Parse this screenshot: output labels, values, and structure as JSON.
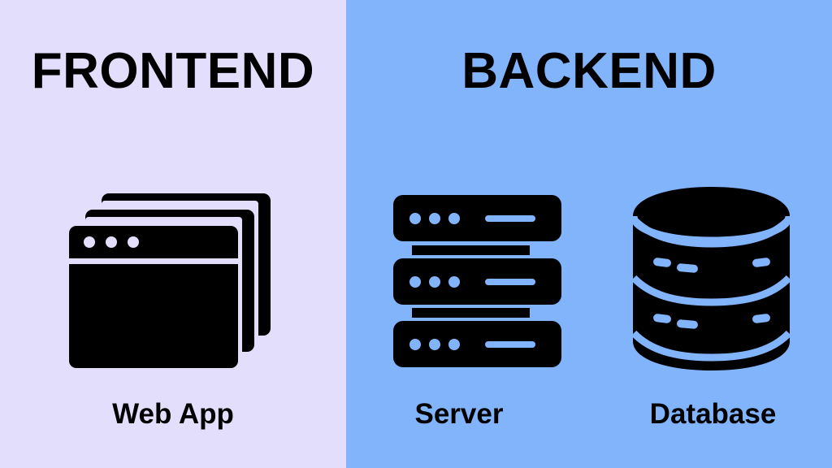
{
  "diagram": {
    "title_left": "FRONTEND",
    "title_right": "BACKEND",
    "colors": {
      "frontend_background": "#e3defc",
      "backend_background": "#82b4fc",
      "icon_foreground": "#000000",
      "text": "#000000"
    },
    "panels": [
      {
        "id": "frontend",
        "heading": "FRONTEND",
        "background": "#e3defc",
        "items": [
          {
            "id": "web-app",
            "label": "Web App",
            "icon": "stacked-browser-windows-icon",
            "window_count": 3,
            "titlebar_dots": 3
          }
        ]
      },
      {
        "id": "backend",
        "heading": "BACKEND",
        "background": "#82b4fc",
        "items": [
          {
            "id": "server",
            "label": "Server",
            "icon": "server-rack-icon",
            "rack_units": 3,
            "status_dots_per_unit": 3,
            "connector_bars": 2
          },
          {
            "id": "database",
            "label": "Database",
            "icon": "database-cylinder-icon",
            "bands": 3,
            "dashes_left_per_band": 2,
            "dashes_right_per_band": 1
          }
        ]
      }
    ]
  }
}
